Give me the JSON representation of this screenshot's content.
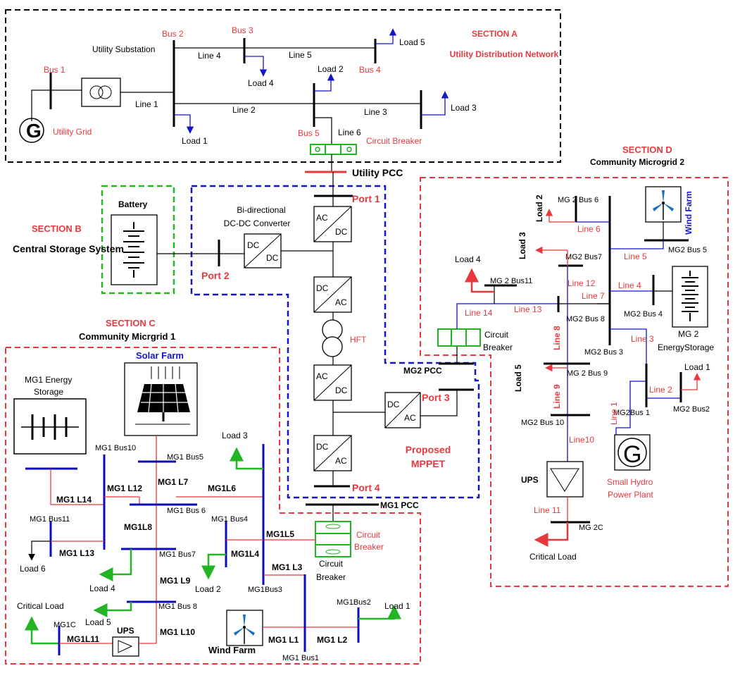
{
  "sectionA": {
    "title": "SECTION A",
    "subtitle": "Utility Distribution Network",
    "bus1": "Bus 1",
    "bus2": "Bus 2",
    "bus3": "Bus 3",
    "bus4": "Bus 4",
    "bus5": "Bus 5",
    "substation": "Utility Substation",
    "grid": "Utility Grid",
    "line1": "Line 1",
    "line2": "Line 2",
    "line3": "Line 3",
    "line4": "Line 4",
    "line5": "Line 5",
    "line6": "Line 6",
    "load1": "Load 1",
    "load2": "Load 2",
    "load3": "Load 3",
    "load4": "Load 4",
    "load5": "Load 5",
    "breaker": "Circuit Breaker",
    "pcc": "Utility PCC"
  },
  "sectionB": {
    "title": "SECTION B",
    "subtitle": "Central Storage System",
    "battery": "Battery"
  },
  "mppet": {
    "port1": "Port 1",
    "port2": "Port 2",
    "port3": "Port 3",
    "port4": "Port 4",
    "converter": "Bi-directional DC-DC Converter",
    "hft": "HFT",
    "title": "Proposed MPPET",
    "ac": "AC",
    "dc": "DC"
  },
  "sectionC": {
    "title": "SECTION C",
    "subtitle": "Community Micrgrid 1",
    "solar": "Solar Farm",
    "storage": "MG1 Energy Storage",
    "pcc": "MG1  PCC",
    "breaker_red": "Circuit Breaker",
    "breaker": "Circuit Breaker",
    "bus1": "MG1 Bus1",
    "bus2": "MG1Bus2",
    "bus3": "MG1Bus3",
    "bus4": "MG1 Bus4",
    "bus5": "MG1 Bus5",
    "bus6": "MG1 Bus 6",
    "bus7": "MG1 Bus7",
    "bus8": "MG1 Bus 8",
    "bus10": "MG1 Bus10",
    "bus11": "MG1 Bus11",
    "busC": "MG1C",
    "l1": "MG1 L1",
    "l2": "MG1 L2",
    "l3": "MG1 L3",
    "l4": "MG1L4",
    "l5": "MG1L5",
    "l6": "MG1L6",
    "l7": "MG1 L7",
    "l8": "MG1L8",
    "l9": "MG1 L9",
    "l10": "MG1 L10",
    "l11": "MG1L11",
    "l12": "MG1 L12",
    "l13": "MG1 L13",
    "l14": "MG1 L14",
    "load1": "Load 1",
    "load2": "Load 2",
    "load3": "Load 3",
    "load4": "Load 4",
    "load5": "Load 5",
    "load6": "Load 6",
    "critical": "Critical Load",
    "ups": "UPS",
    "wind": "Wind Farm"
  },
  "sectionD": {
    "title": "SECTION D",
    "subtitle": "Community Microgrid 2",
    "pcc": "MG2 PCC",
    "breaker": "Circuit Breaker",
    "wind": "Wind Farm",
    "storage_mg": "MG 2",
    "storage": "EnergyStorage",
    "hydro": "Small Hydro Power Plant",
    "bus1": "MG2Bus 1",
    "bus2": "MG2 Bus2",
    "bus3": "MG2 Bus 3",
    "bus4": "MG2 Bus 4",
    "bus5": "MG2 Bus 5",
    "bus6": "MG 2 Bus 6",
    "bus7": "MG2 Bus7",
    "bus8": "MG2 Bus 8",
    "bus9": "MG 2 Bus 9",
    "bus10": "MG2 Bus 10",
    "bus11": "MG 2 Bus11",
    "busC": "MG 2C",
    "line1": "Line 1",
    "line2": "Line 2",
    "line3": "Line 3",
    "line4": "Line 4",
    "line5": "Line 5",
    "line6": "Line 6",
    "line7": "Line 7",
    "line8": "Line 8",
    "line9": "Line 9",
    "line10": "Line10",
    "line11": "Line 11",
    "line12": "Line 12",
    "line13": "Line 13",
    "line14": "Line 14",
    "load1": "Load 1",
    "load2": "Load 2",
    "load3": "Load 3",
    "load4": "Load 4",
    "load5": "Load 5",
    "critical": "Critical Load",
    "ups": "UPS"
  }
}
